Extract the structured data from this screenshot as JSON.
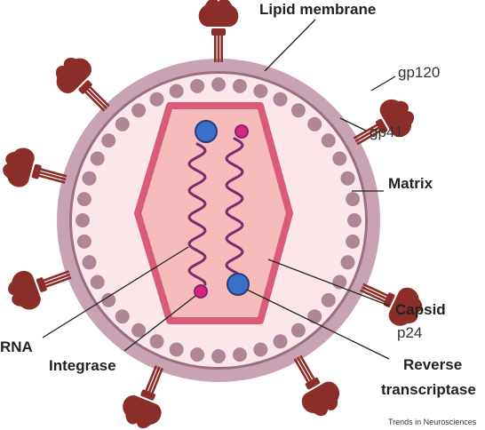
{
  "labels": {
    "lipid_membrane": "Lipid membrane",
    "gp120": "gp120",
    "gp41": "gp41",
    "matrix": "Matrix",
    "capsid": "Capsid",
    "p24": "p24",
    "rna": "RNA",
    "integrase": "Integrase",
    "reverse_transcriptase_line1": "Reverse",
    "reverse_transcriptase_line2": "transcriptase"
  },
  "credit": "Trends in Neurosciences",
  "colors": {
    "membrane": "#b58ea0",
    "membrane_ring": "#c9a3b4",
    "interior": "#fbe7ea",
    "matrix_dot": "#b08598",
    "capsid_fill": "#f6bcbc",
    "capsid_stroke": "#d95a7a",
    "rna": "#7a2c6d",
    "integrase": "#d8237f",
    "reverse_transcriptase": "#3a6fc9",
    "glycoprotein": "#8b2e2a"
  },
  "icons": {
    "spike": "glycoprotein-spike-icon",
    "enzyme": "enzyme-circle-icon"
  }
}
